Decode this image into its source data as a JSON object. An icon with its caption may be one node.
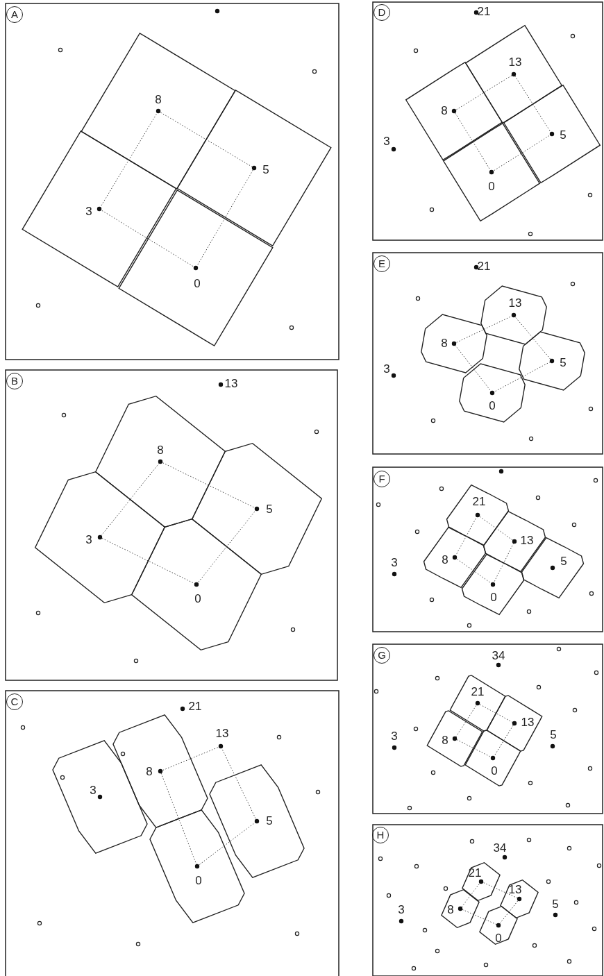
{
  "diagram": {
    "labels": [
      "A",
      "8",
      "5",
      "3",
      "0",
      "B",
      "13",
      "8",
      "5",
      "3",
      "0",
      "C",
      "21",
      "13",
      "8",
      "3",
      "5",
      "0",
      "D",
      "21",
      "13",
      "8",
      "3",
      "5",
      "0",
      "E",
      "21",
      "13",
      "8",
      "3",
      "5",
      "0",
      "F",
      "21",
      "13",
      "3",
      "8",
      "5",
      "0",
      "G",
      "34",
      "21",
      "13",
      "3",
      "8",
      "5",
      "0",
      "H",
      "34",
      "21",
      "13",
      "3",
      "8",
      "5",
      "0"
    ]
  }
}
